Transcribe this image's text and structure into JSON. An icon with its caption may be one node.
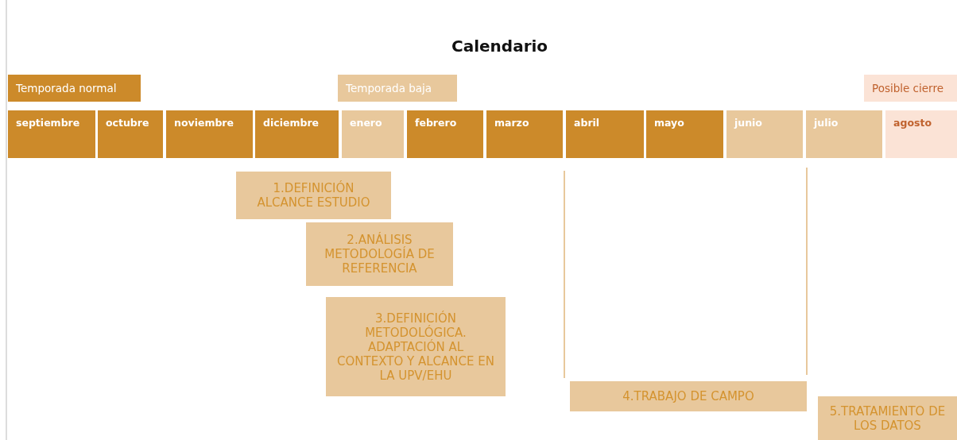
{
  "diagram": {
    "title": "Calendario",
    "nodes": [
      {
        "text": [
          "Temporada normal"
        ]
      },
      {
        "text": [
          "Temporada baja"
        ]
      },
      {
        "text": [
          "Posible cierre"
        ]
      },
      {
        "text": [
          "septiembre"
        ]
      },
      {
        "text": [
          "octubre"
        ]
      },
      {
        "text": [
          "noviembre"
        ]
      },
      {
        "text": [
          "diciembre"
        ]
      },
      {
        "text": [
          "enero"
        ]
      },
      {
        "text": [
          "febrero"
        ]
      },
      {
        "text": [
          "marzo"
        ]
      },
      {
        "text": [
          "abril"
        ]
      },
      {
        "text": [
          "mayo"
        ]
      },
      {
        "text": [
          "junio"
        ]
      },
      {
        "text": [
          "julio"
        ]
      },
      {
        "text": [
          "agosto"
        ]
      },
      {
        "text": [
          "1.DEFINICIÓN ALCANCE ESTUDIO"
        ]
      },
      {
        "text": [
          "2.ANÁLISIS METODOLOGÍA DE REFERENCIA"
        ]
      },
      {
        "text": [
          "3.DEFINICIÓN METODOLÓGICA. ADAPTACIÓN AL CONTEXTO Y ALCANCE EN LA UPV/EHU"
        ]
      },
      {
        "text": [
          "4.TRABAJO DE CAMPO"
        ]
      },
      {
        "text": [
          "5.TRATAMIENTO DE LOS DATOS"
        ]
      }
    ]
  }
}
